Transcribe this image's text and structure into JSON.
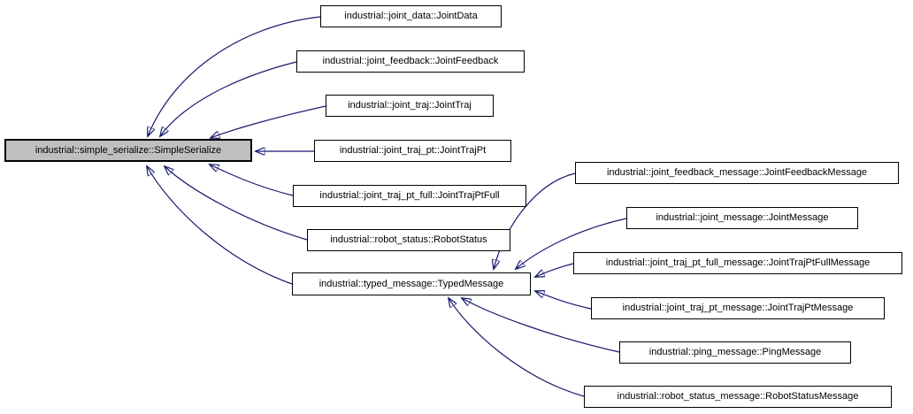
{
  "diagram": {
    "type": "class-inheritance-graph",
    "colors": {
      "edge": "#191970",
      "node_border": "#000000",
      "node_fill": "#ffffff",
      "selected_node_fill": "#bfbfbf",
      "text": "#000000",
      "background": "#ffffff"
    }
  },
  "nodes": [
    {
      "label": "industrial::simple_serialize::SimpleSerialize",
      "role": "base-selected"
    },
    {
      "label": "industrial::joint_data::JointData",
      "role": "derived"
    },
    {
      "label": "industrial::joint_feedback::JointFeedback",
      "role": "derived"
    },
    {
      "label": "industrial::joint_traj::JointTraj",
      "role": "derived"
    },
    {
      "label": "industrial::joint_traj_pt::JointTrajPt",
      "role": "derived"
    },
    {
      "label": "industrial::joint_traj_pt_full::JointTrajPtFull",
      "role": "derived"
    },
    {
      "label": "industrial::robot_status::RobotStatus",
      "role": "derived"
    },
    {
      "label": "industrial::typed_message::TypedMessage",
      "role": "derived-intermediate"
    },
    {
      "label": "industrial::joint_feedback_message::JointFeedbackMessage",
      "role": "derived-of-typed-message"
    },
    {
      "label": "industrial::joint_message::JointMessage",
      "role": "derived-of-typed-message"
    },
    {
      "label": "industrial::joint_traj_pt_full_message::JointTrajPtFullMessage",
      "role": "derived-of-typed-message"
    },
    {
      "label": "industrial::joint_traj_pt_message::JointTrajPtMessage",
      "role": "derived-of-typed-message"
    },
    {
      "label": "industrial::ping_message::PingMessage",
      "role": "derived-of-typed-message"
    },
    {
      "label": "industrial::robot_status_message::RobotStatusMessage",
      "role": "derived-of-typed-message"
    }
  ]
}
